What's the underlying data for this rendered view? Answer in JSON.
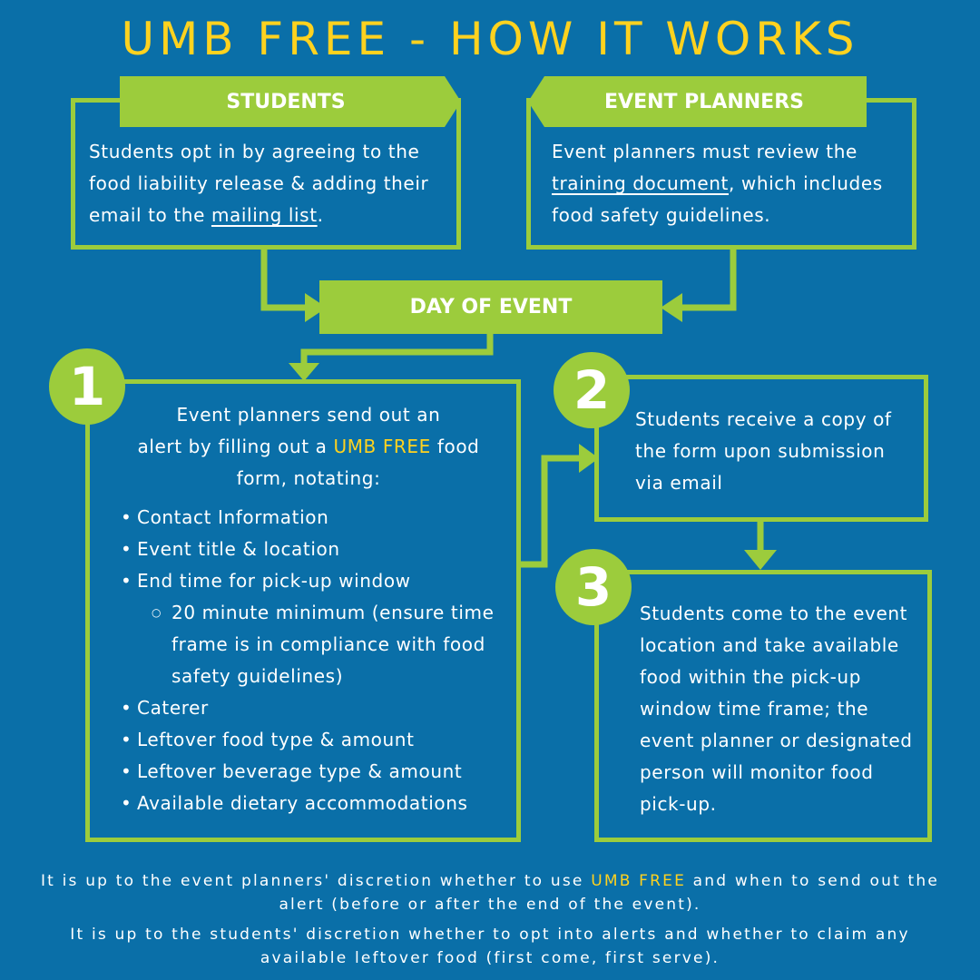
{
  "title": "UMB FREE - HOW IT WORKS",
  "students": {
    "heading": "STUDENTS",
    "text_pre": "Students opt in by agreeing to the food liability release & adding their email to the ",
    "link": "mailing list",
    "text_post": "."
  },
  "planners": {
    "heading": "EVENT PLANNERS",
    "text_pre": "Event planners must review the ",
    "link": "training document",
    "text_post": ", which includes food safety guidelines."
  },
  "day_of_event": "DAY OF EVENT",
  "step1": {
    "number": "1",
    "intro_line1": "Event planners send out an",
    "intro_line2_pre": "alert by filling out a ",
    "intro_highlight": "UMB FREE",
    "intro_line2_post": " food",
    "intro_line3": "form, notating:",
    "items": [
      "Contact Information",
      "Event title & location",
      "End time for pick-up window"
    ],
    "sub_item": "20 minute minimum (ensure time frame is in compliance with food safety guidelines)",
    "items_after": [
      "Caterer",
      "Leftover food type & amount",
      "Leftover beverage type & amount",
      "Available dietary accommodations"
    ]
  },
  "step2": {
    "number": "2",
    "text": "Students receive a copy of the form upon submission via email"
  },
  "step3": {
    "number": "3",
    "text": "Students come to the event location and take available food within the pick-up window time frame; the event planner or designated person will monitor food pick-up."
  },
  "footer": {
    "line1_pre": "It is up to the event planners' discretion whether to use ",
    "line1_highlight": "UMB FREE",
    "line1_post": " and when to send out the alert (before or after the end of the event).",
    "line2": "It is up to the students' discretion whether to opt into alerts and whether to claim any available leftover food (first come, first serve)."
  },
  "colors": {
    "background": "#0a6fa8",
    "accent_green": "#9ccc3c",
    "highlight_yellow": "#ffd21f",
    "text": "#ffffff"
  }
}
